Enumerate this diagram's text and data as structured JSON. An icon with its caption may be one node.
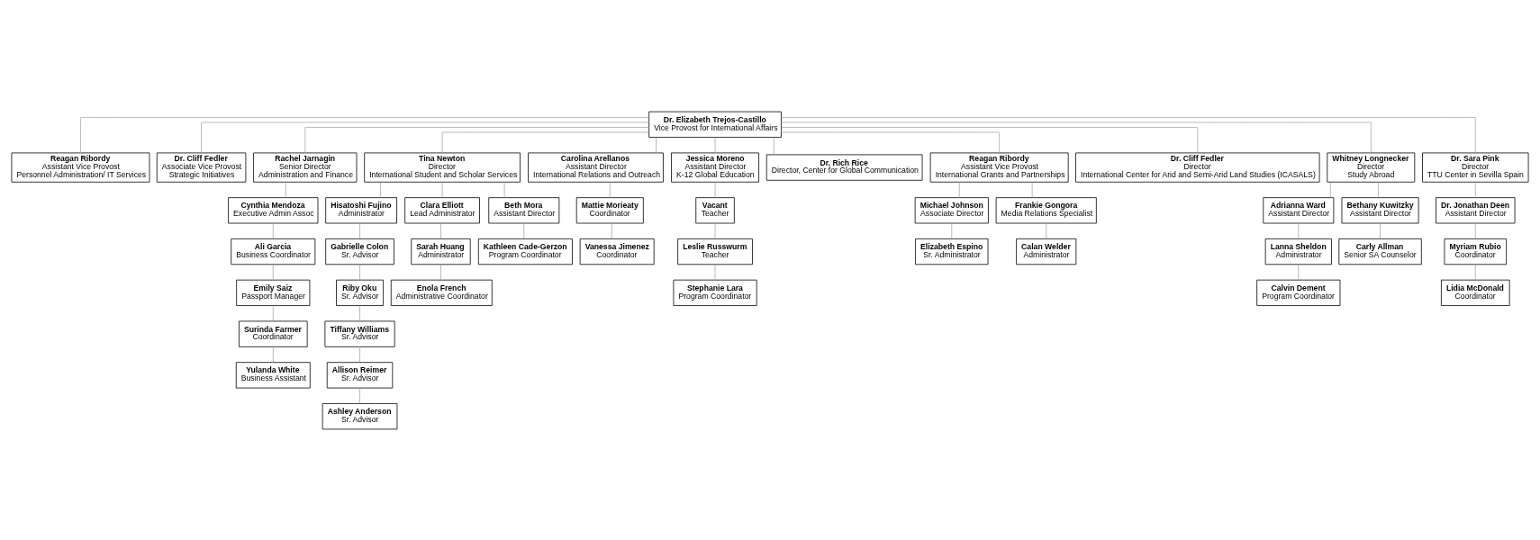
{
  "diagram": {
    "nodes": [
      {
        "text": [
          "Dr. Elizabeth Trejos-Castillo",
          "Vice Provost for International Affairs"
        ]
      },
      {
        "text": [
          "Reagan Ribordy",
          "Assistant Vice Provost",
          "Personnel Administration/ IT Services"
        ]
      },
      {
        "text": [
          "Dr. Cliff Fedler",
          "Associate Vice Provost",
          "Strategic Initiatives"
        ]
      },
      {
        "text": [
          "Rachel Jarnagin",
          "Senior Director",
          "Administration and Finance"
        ]
      },
      {
        "text": [
          "Tina Newton",
          "Director",
          "International Student and Scholar Services"
        ]
      },
      {
        "text": [
          "Carolina Arellanos",
          "Assistant Director",
          "International Relations and Outreach"
        ]
      },
      {
        "text": [
          "Jessica Moreno",
          "Assistant Director",
          "K-12 Global Education"
        ]
      },
      {
        "text": [
          "Dr. Rich Rice",
          "Director, Center for Global Communication"
        ]
      },
      {
        "text": [
          "Reagan Ribordy",
          "Assistant Vice Provost",
          "International Grants and Partnerships"
        ]
      },
      {
        "text": [
          "Dr. Cliff Fedler",
          "Director",
          "International Center for Arid and Semi-Arid Land Studies (ICASALS)"
        ]
      },
      {
        "text": [
          "Whitney Longnecker",
          "Director",
          "Study Abroad"
        ]
      },
      {
        "text": [
          "Dr. Sara Pink",
          "Director",
          "TTU Center in Sevilla Spain"
        ]
      },
      {
        "text": [
          "Cynthia Mendoza",
          "Executive Admin Assoc"
        ]
      },
      {
        "text": [
          "Ali Garcia",
          "Business Coordinator"
        ]
      },
      {
        "text": [
          "Emily Saiz",
          "Passport Manager"
        ]
      },
      {
        "text": [
          "Surinda Farmer",
          "Coordinator"
        ]
      },
      {
        "text": [
          "Yulanda White",
          "Business Assistant"
        ]
      },
      {
        "text": [
          "Hisatoshi Fujino",
          "Administrator"
        ]
      },
      {
        "text": [
          "Gabrielle Colon",
          "Sr. Advisor"
        ]
      },
      {
        "text": [
          "Riby Oku",
          "Sr. Advisor"
        ]
      },
      {
        "text": [
          "Tiffany Williams",
          "Sr. Advisor"
        ]
      },
      {
        "text": [
          "Allison Reimer",
          "Sr. Advisor"
        ]
      },
      {
        "text": [
          "Ashley Anderson",
          "Sr. Advisor"
        ]
      },
      {
        "text": [
          "Clara Elliott",
          "Lead Administrator"
        ]
      },
      {
        "text": [
          "Sarah Huang",
          "Administrator"
        ]
      },
      {
        "text": [
          "Enola French",
          "Administrative Coordinator"
        ]
      },
      {
        "text": [
          "Beth Mora",
          "Assistant Director"
        ]
      },
      {
        "text": [
          "Kathleen Cade-Gerzon",
          "Program Coordinator"
        ]
      },
      {
        "text": [
          "Mattie Morieaty",
          "Coordinator"
        ]
      },
      {
        "text": [
          "Vanessa Jimenez",
          "Coordinator"
        ]
      },
      {
        "text": [
          "Vacant",
          "Teacher"
        ]
      },
      {
        "text": [
          "Leslie Russwurm",
          "Teacher"
        ]
      },
      {
        "text": [
          "Stephanie Lara",
          "Program Coordinator"
        ]
      },
      {
        "text": [
          "Michael Johnson",
          "Associate Director"
        ]
      },
      {
        "text": [
          "Elizabeth Espino",
          "Sr. Administrator"
        ]
      },
      {
        "text": [
          "Frankie Gongora",
          "Media Relations Specialist"
        ]
      },
      {
        "text": [
          "Calan Welder",
          "Administrator"
        ]
      },
      {
        "text": [
          "Adrianna Ward",
          "Assistant Director"
        ]
      },
      {
        "text": [
          "Lanna Sheldon",
          "Administrator"
        ]
      },
      {
        "text": [
          "Calvin Dement",
          "Program Coordinator"
        ]
      },
      {
        "text": [
          "Bethany Kuwitzky",
          "Assistant Director"
        ]
      },
      {
        "text": [
          "Carly Allman",
          "Senior SA Counselor"
        ]
      },
      {
        "text": [
          "Dr. Jonathan Deen",
          "Assistant Director"
        ]
      },
      {
        "text": [
          "Myriam Rubio",
          "Coordinator"
        ]
      },
      {
        "text": [
          "Lidia McDonald",
          "Coordinator"
        ]
      }
    ],
    "edges": [
      {
        "from": 0,
        "to": 1,
        "arrow": "none"
      },
      {
        "from": 0,
        "to": 2,
        "arrow": "none"
      },
      {
        "from": 0,
        "to": 3,
        "arrow": "none"
      },
      {
        "from": 0,
        "to": 4,
        "arrow": "none"
      },
      {
        "from": 0,
        "to": 5,
        "arrow": "none"
      },
      {
        "from": 0,
        "to": 6,
        "arrow": "none"
      },
      {
        "from": 0,
        "to": 7,
        "arrow": "none"
      },
      {
        "from": 0,
        "to": 8,
        "arrow": "none"
      },
      {
        "from": 0,
        "to": 9,
        "arrow": "none"
      },
      {
        "from": 0,
        "to": 10,
        "arrow": "none"
      },
      {
        "from": 0,
        "to": 11,
        "arrow": "none"
      },
      {
        "from": 3,
        "to": 12,
        "arrow": "none"
      },
      {
        "from": 12,
        "to": 13,
        "arrow": "none"
      },
      {
        "from": 13,
        "to": 14,
        "arrow": "none"
      },
      {
        "from": 14,
        "to": 15,
        "arrow": "none"
      },
      {
        "from": 15,
        "to": 16,
        "arrow": "none"
      },
      {
        "from": 4,
        "to": 17,
        "arrow": "none"
      },
      {
        "from": 17,
        "to": 18,
        "arrow": "none"
      },
      {
        "from": 18,
        "to": 19,
        "arrow": "none"
      },
      {
        "from": 19,
        "to": 20,
        "arrow": "none"
      },
      {
        "from": 20,
        "to": 21,
        "arrow": "none"
      },
      {
        "from": 21,
        "to": 22,
        "arrow": "none"
      },
      {
        "from": 4,
        "to": 23,
        "arrow": "none"
      },
      {
        "from": 23,
        "to": 24,
        "arrow": "none"
      },
      {
        "from": 24,
        "to": 25,
        "arrow": "none"
      },
      {
        "from": 4,
        "to": 26,
        "arrow": "none"
      },
      {
        "from": 26,
        "to": 27,
        "arrow": "none"
      },
      {
        "from": 5,
        "to": 28,
        "arrow": "none"
      },
      {
        "from": 28,
        "to": 29,
        "arrow": "none"
      },
      {
        "from": 6,
        "to": 30,
        "arrow": "none"
      },
      {
        "from": 30,
        "to": 31,
        "arrow": "none"
      },
      {
        "from": 31,
        "to": 32,
        "arrow": "none"
      },
      {
        "from": 8,
        "to": 33,
        "arrow": "none"
      },
      {
        "from": 33,
        "to": 34,
        "arrow": "none"
      },
      {
        "from": 8,
        "to": 35,
        "arrow": "none"
      },
      {
        "from": 35,
        "to": 36,
        "arrow": "none"
      },
      {
        "from": 10,
        "to": 37,
        "arrow": "none"
      },
      {
        "from": 37,
        "to": 38,
        "arrow": "none"
      },
      {
        "from": 38,
        "to": 39,
        "arrow": "none"
      },
      {
        "from": 10,
        "to": 40,
        "arrow": "none"
      },
      {
        "from": 40,
        "to": 41,
        "arrow": "none"
      },
      {
        "from": 11,
        "to": 42,
        "arrow": "none"
      },
      {
        "from": 42,
        "to": 43,
        "arrow": "none"
      },
      {
        "from": 43,
        "to": 44,
        "arrow": "none"
      }
    ]
  }
}
